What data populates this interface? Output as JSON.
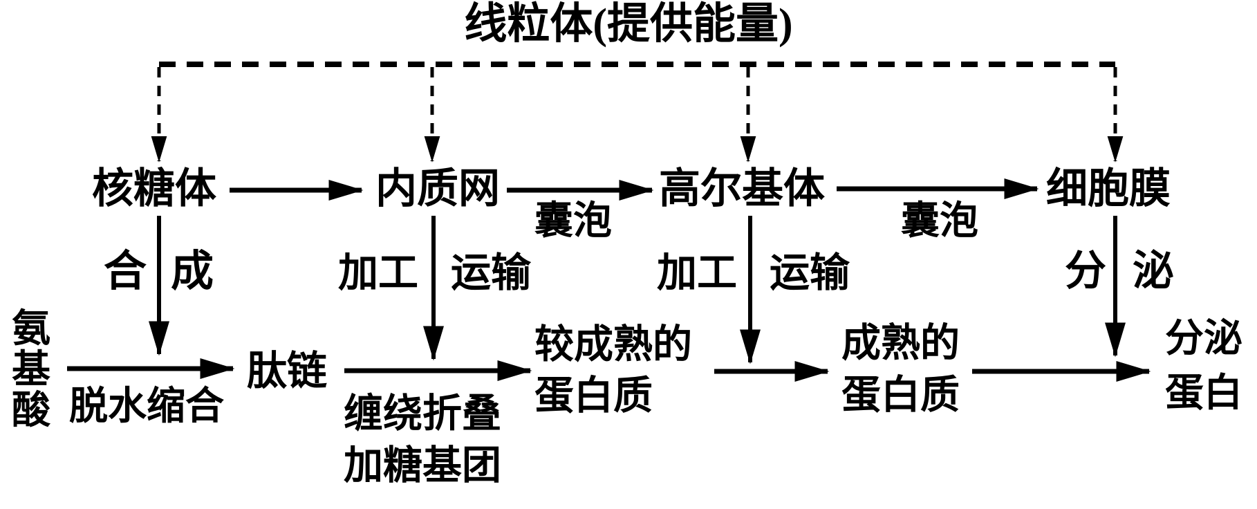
{
  "colors": {
    "ink": "#000000",
    "background": "#ffffff"
  },
  "diagram": {
    "title": "线粒体(提供能量)",
    "organelles": {
      "ribosome": "核糖体",
      "endoplasmic_reticulum": "内质网",
      "golgi_body": "高尔基体",
      "cell_membrane": "细胞膜"
    },
    "transport_vesicles": {
      "vesicle_1": "囊泡",
      "vesicle_2": "囊泡"
    },
    "process_labels": {
      "synthesis_char_left": "合",
      "synthesis_char_right": "成",
      "processing_1": "加工",
      "transport_1": "运输",
      "processing_2": "加工",
      "transport_2": "运输",
      "secretion_char_left": "分",
      "secretion_char_right": "泌"
    },
    "substances": {
      "amino_acid": "氨基酸",
      "peptide_chain": "肽链",
      "semi_mature_protein_line1": "较成熟的",
      "semi_mature_protein_line2": "蛋白质",
      "mature_protein_line1": "成熟的",
      "mature_protein_line2": "蛋白质",
      "secretory_protein_line1": "分泌",
      "secretory_protein_line2": "蛋白"
    },
    "reaction_labels": {
      "dehydration_condensation": "脱水缩合",
      "folding_line1": "缠绕折叠",
      "folding_line2": "加糖基团"
    },
    "connections": [
      {
        "from": "线粒体",
        "to": "核糖体",
        "style": "dashed-arrow",
        "label": ""
      },
      {
        "from": "线粒体",
        "to": "内质网",
        "style": "dashed-arrow",
        "label": ""
      },
      {
        "from": "线粒体",
        "to": "高尔基体",
        "style": "dashed-arrow",
        "label": ""
      },
      {
        "from": "线粒体",
        "to": "细胞膜",
        "style": "dashed-arrow",
        "label": ""
      },
      {
        "from": "核糖体",
        "to": "内质网",
        "style": "solid-arrow",
        "label": ""
      },
      {
        "from": "内质网",
        "to": "高尔基体",
        "style": "solid-arrow",
        "label": "囊泡"
      },
      {
        "from": "高尔基体",
        "to": "细胞膜",
        "style": "solid-arrow",
        "label": "囊泡"
      },
      {
        "from": "核糖体",
        "to": "氨基酸→肽链",
        "style": "solid-arrow",
        "label": "合成"
      },
      {
        "from": "内质网",
        "to": "肽链→较成熟的蛋白质",
        "style": "solid-arrow",
        "label": "加工 运输"
      },
      {
        "from": "高尔基体",
        "to": "较成熟的蛋白质→成熟的蛋白质",
        "style": "solid-arrow",
        "label": "加工 运输"
      },
      {
        "from": "细胞膜",
        "to": "成熟的蛋白质→分泌蛋白",
        "style": "solid-arrow",
        "label": "分 泌"
      },
      {
        "from": "氨基酸",
        "to": "肽链",
        "style": "solid-arrow",
        "label": "脱水缩合"
      },
      {
        "from": "肽链",
        "to": "较成熟的蛋白质",
        "style": "solid-arrow",
        "label": "缠绕折叠 加糖基团"
      },
      {
        "from": "较成熟的蛋白质",
        "to": "成熟的蛋白质",
        "style": "solid-arrow",
        "label": ""
      },
      {
        "from": "成熟的蛋白质",
        "to": "分泌蛋白",
        "style": "solid-arrow",
        "label": ""
      }
    ]
  }
}
